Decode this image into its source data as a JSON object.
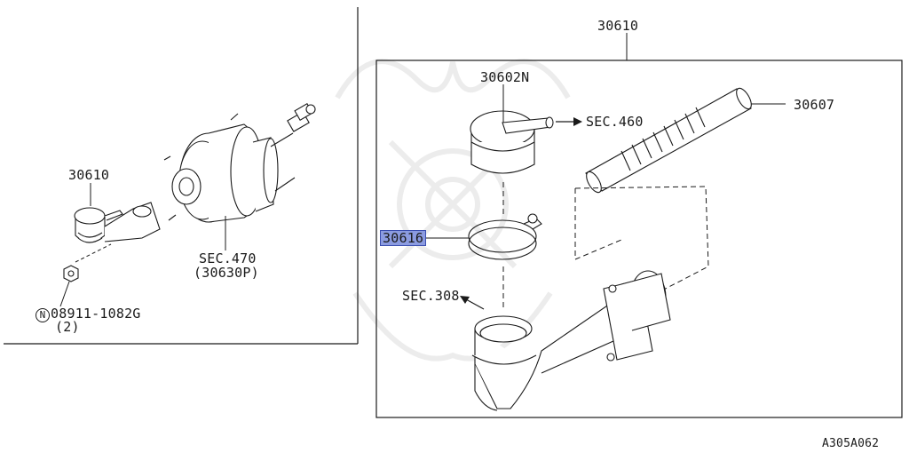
{
  "colors": {
    "ink": "#1a1a1a",
    "highlight_fill": "#8b9be0",
    "highlight_border": "#3b4fb0",
    "watermark": "#ececec"
  },
  "left_panel": {
    "part_30610": "30610",
    "sec_470": "SEC.470",
    "sec_470_sub": "(30630P)",
    "nut_symbol": "N",
    "nut_part": "08911-1082G",
    "nut_qty": "(2)"
  },
  "right_panel": {
    "assembly_30610": "30610",
    "part_30602N": "30602N",
    "sec_460": "SEC.460",
    "part_30607": "30607",
    "part_30616": "30616",
    "sec_308": "SEC.308"
  },
  "footer": {
    "diagram_code": "A305A062"
  }
}
